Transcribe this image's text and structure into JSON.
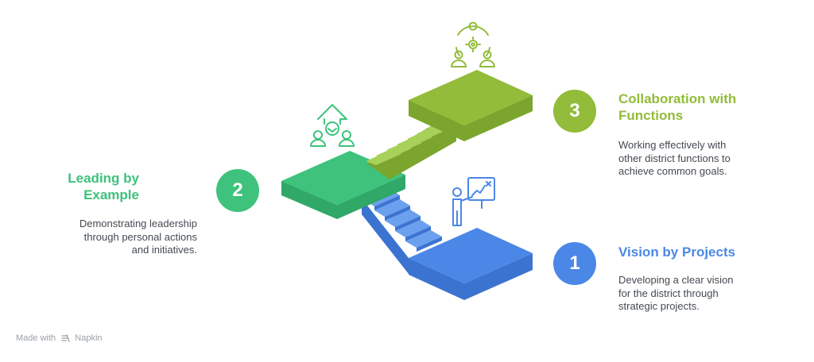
{
  "steps": [
    {
      "number": "1",
      "title": "Vision by Projects",
      "description": [
        "Developing a clear vision",
        "for the district through",
        "strategic projects."
      ],
      "color": "#4b87e6",
      "icon": "presentation-board-icon"
    },
    {
      "number": "2",
      "title": [
        "Leading by",
        "Example"
      ],
      "description": [
        "Demonstrating leadership",
        "through personal actions",
        "and initiatives."
      ],
      "color": "#3ec27c",
      "icon": "leader-arrow-icon"
    },
    {
      "number": "3",
      "title": [
        "Collaboration with",
        "Functions"
      ],
      "description": [
        "Working effectively with",
        "other district functions to",
        "achieve common goals."
      ],
      "color": "#92bc39",
      "icon": "team-gear-icon"
    }
  ],
  "footer": {
    "made_with": "Made with",
    "brand": "Napkin"
  }
}
